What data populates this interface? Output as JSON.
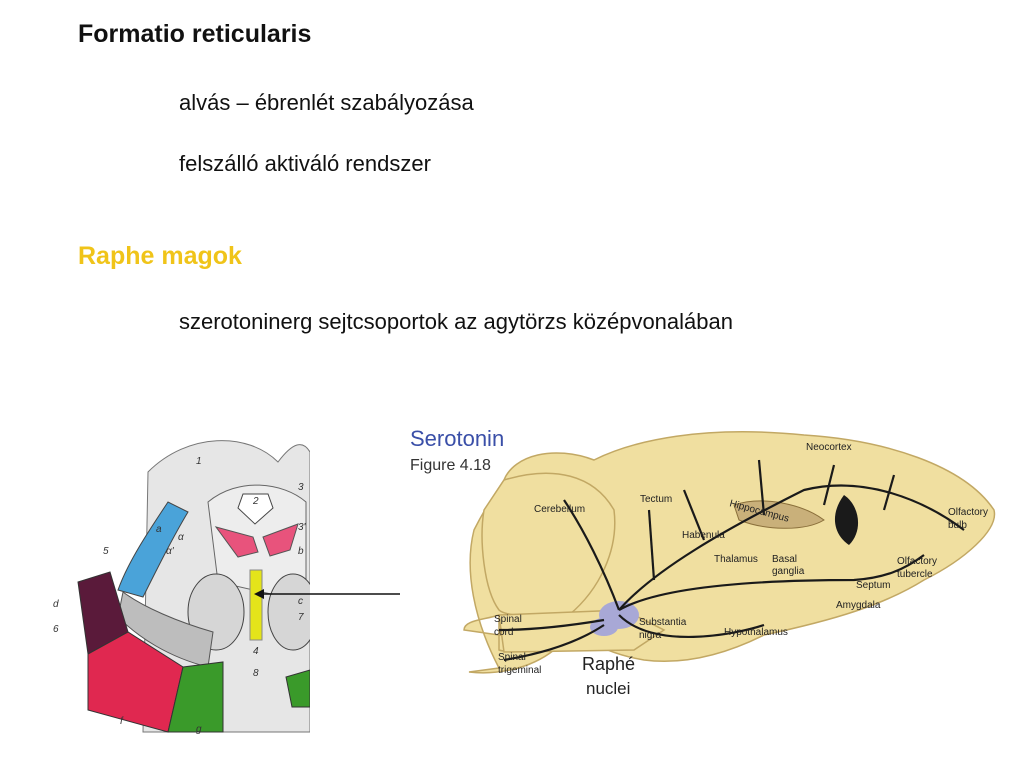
{
  "heading1": "Formatio reticularis",
  "items1": [
    "alvás – ébrenlét szabályozása",
    "felszálló aktiváló rendszer"
  ],
  "heading2": "Raphe magok",
  "items2": [
    "szerotoninerg sejtcsoportok az agytörzs középvonalában"
  ],
  "colors": {
    "heading2": "#f0c419",
    "figure_title": "#3a4fa8",
    "brain_fill": "#f0dfa0",
    "raphe": "#a8a8d6",
    "arrows": "#1a1a1a"
  },
  "left_figure": {
    "labels": [
      "1",
      "2",
      "3",
      "3'",
      "b",
      "c",
      "7",
      "4",
      "8",
      "a",
      "α",
      "α'",
      "5",
      "d",
      "6",
      "f",
      "g"
    ]
  },
  "right_figure": {
    "title": "Serotonin",
    "subtitle": "Figure 4.18",
    "labels": {
      "neocortex": "Neocortex",
      "cerebellum": "Cerebellum",
      "tectum": "Tectum",
      "hippocampus": "Hippocampus",
      "olfactory_bulb": [
        "Olfactory",
        "bulb"
      ],
      "habenula": "Habenula",
      "thalamus": "Thalamus",
      "basal_ganglia": [
        "Basal",
        "ganglia"
      ],
      "olfactory_tubercle": [
        "Olfactory",
        "tubercle"
      ],
      "septum": "Septum",
      "amygdala": "Amygdala",
      "spinal_cord": [
        "Spinal",
        "cord"
      ],
      "substantia_nigra": [
        "Substantia",
        "nigra"
      ],
      "hypothalamus": "Hypothalamus",
      "spinal_trigeminal": [
        "Spinal",
        "trigeminal"
      ],
      "raphe": "Raphé",
      "nuclei": "nuclei"
    }
  }
}
